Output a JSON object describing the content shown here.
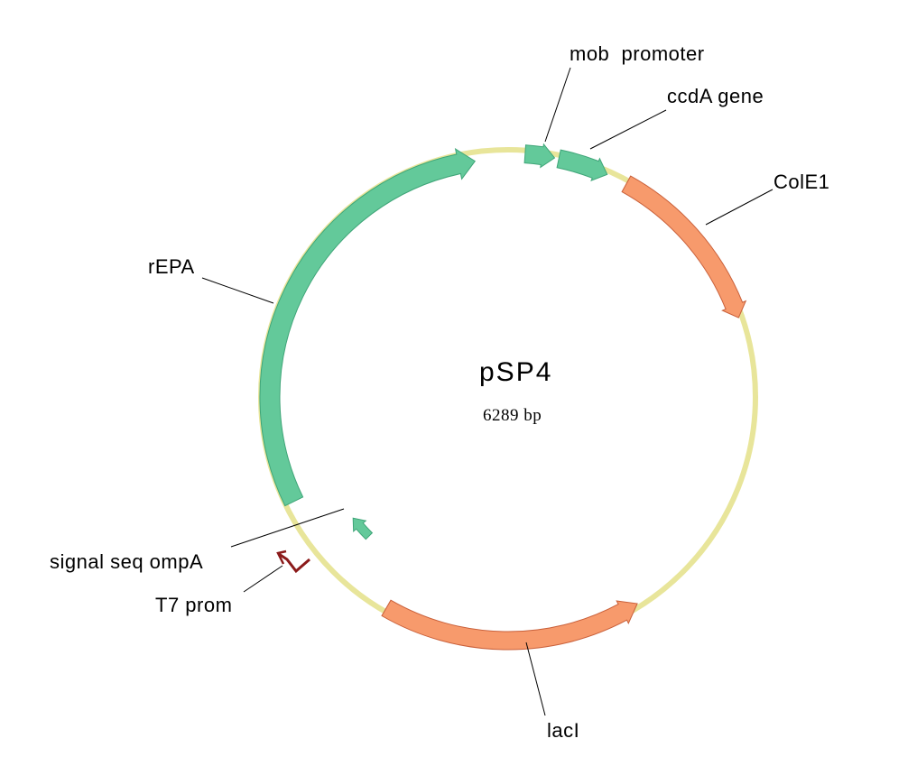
{
  "plasmid": {
    "name": "pSP4",
    "size": "6289 bp"
  },
  "colors": {
    "backbone_fill": "#fdfbd2",
    "backbone_stroke": "#e8e59a",
    "gene_green": "#63c99a",
    "gene_green_stroke": "#3fa578",
    "gene_orange": "#f79a6c",
    "gene_orange_stroke": "#c9603a",
    "promoter_red": "#8b1a1a"
  },
  "features": [
    {
      "id": "mob",
      "label": "mob  promoter",
      "color": "green",
      "direction": "cw"
    },
    {
      "id": "ccda",
      "label": "ccdA gene",
      "color": "green",
      "direction": "cw"
    },
    {
      "id": "cole1",
      "label": "ColE1",
      "color": "orange",
      "direction": "cw"
    },
    {
      "id": "laci",
      "label": "lacI",
      "color": "orange",
      "direction": "ccw"
    },
    {
      "id": "ompa",
      "label": "signal seq ompA",
      "color": "green",
      "direction": "cw"
    },
    {
      "id": "t7",
      "label": "T7 prom",
      "color": "red",
      "direction": "cw"
    },
    {
      "id": "repa",
      "label": "rEPA",
      "color": "green",
      "direction": "cw"
    }
  ]
}
